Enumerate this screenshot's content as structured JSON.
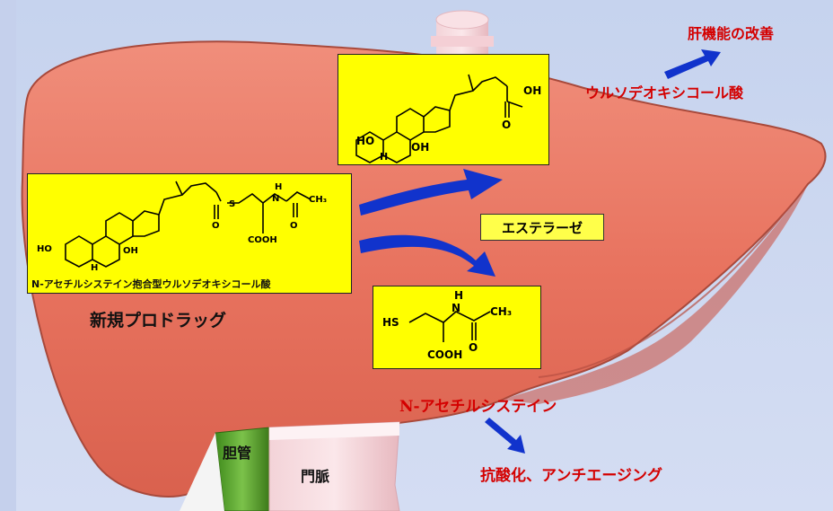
{
  "labels": {
    "top_right": "肝機能の改善",
    "udca": "ウルソデオキシコール酸",
    "enzyme": "エステラーゼ",
    "nac": "N-アセチルシステイン",
    "antioxidant": "抗酸化、アンチエージング",
    "prodrug_caption": "新規プロドラッグ",
    "prodrug_name": "N-アセチルシステイン抱合型ウルソデオキシコール酸",
    "bile_duct": "胆管",
    "portal_vein": "門脈"
  },
  "molecule_text": {
    "oh": "OH",
    "ho": "HO",
    "h": "H",
    "o": "O",
    "s": "S",
    "hs": "HS",
    "n_h": "H",
    "n": "N",
    "ch3": "CH₃",
    "cooh": "COOH"
  },
  "colors": {
    "liver": "#e8735f",
    "liver_dark": "#c85444",
    "panel": "#ffff00",
    "arrow": "#1133cc",
    "red_text": "#d40000",
    "background": "#c9d5ef"
  }
}
